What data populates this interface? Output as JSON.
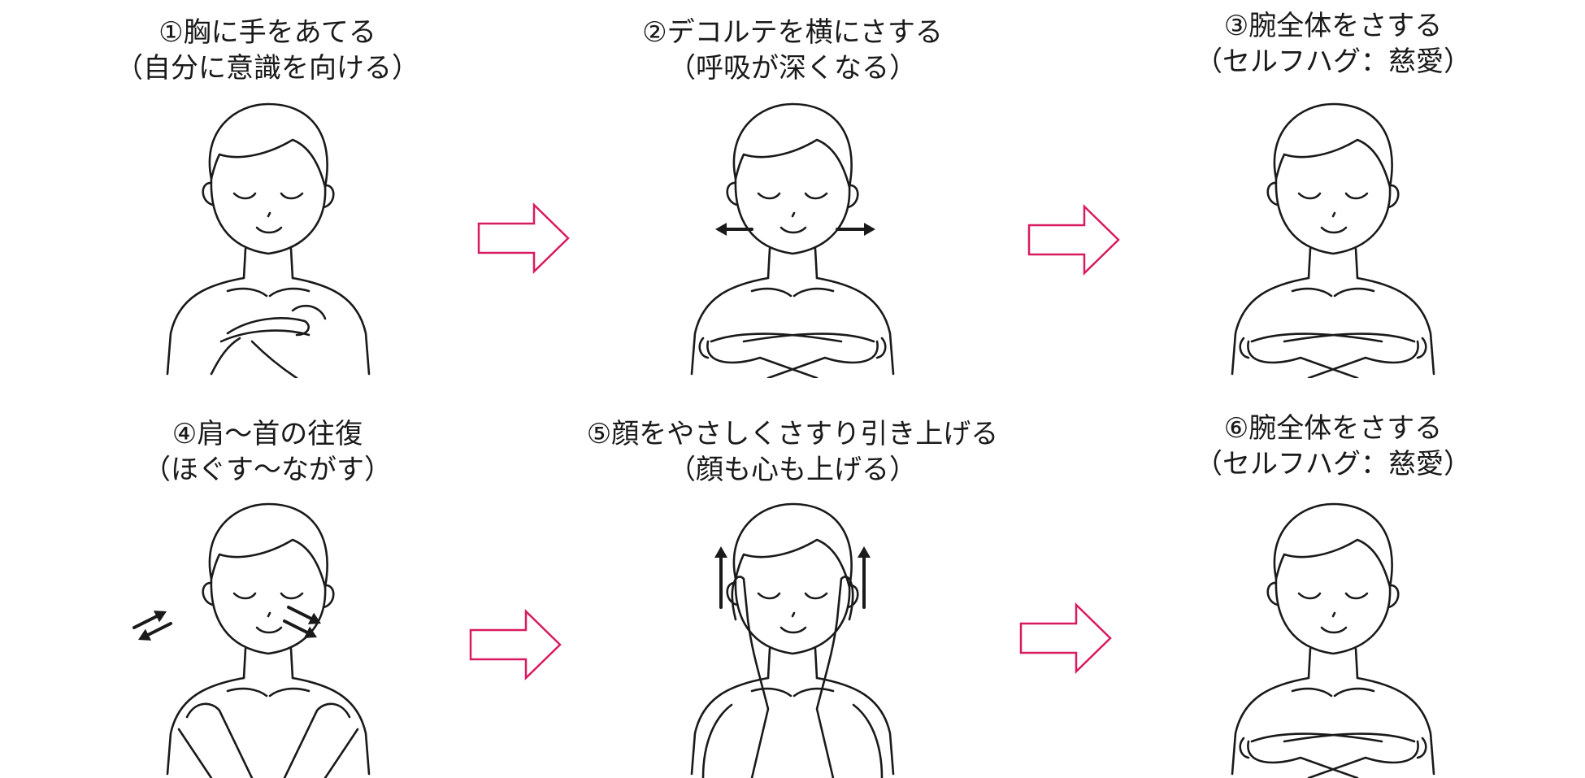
{
  "accent_color": "#d81b60",
  "line_color": "#1a1a1a",
  "steps": [
    {
      "title": "①胸に手をあてる",
      "subtitle": "（自分に意識を向ける）",
      "pose": "hands-on-chest"
    },
    {
      "title": "②デコルテを横にさする",
      "subtitle": "（呼吸が深くなる）",
      "pose": "arms-crossed-shoulders",
      "motion": "horizontal-arrows"
    },
    {
      "title": "③腕全体をさする",
      "subtitle": "（セルフハグ：慈愛）",
      "pose": "arms-crossed-shoulders"
    },
    {
      "title": "④肩～首の往復",
      "subtitle": "（ほぐす～ながす）",
      "pose": "hands-on-shoulders",
      "motion": "diagonal-double-arrows"
    },
    {
      "title": "⑤顔をやさしくさすり引き上げる",
      "subtitle": "（顔も心も上げる）",
      "pose": "hands-on-face",
      "motion": "upward-arrows"
    },
    {
      "title": "⑥腕全体をさする",
      "subtitle": "（セルフハグ：慈愛）",
      "pose": "arms-crossed-shoulders"
    }
  ],
  "connector_icon": "right-outline-arrow-icon"
}
